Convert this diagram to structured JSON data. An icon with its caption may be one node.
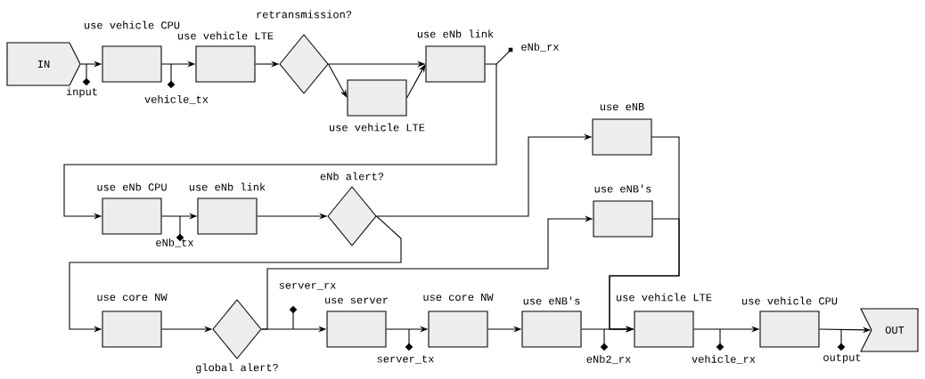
{
  "diagram": {
    "nodes": [
      {
        "text": [
          "IN"
        ]
      },
      {
        "text": [
          "use vehicle CPU"
        ]
      },
      {
        "text": [
          "use vehicle LTE"
        ]
      },
      {
        "text": [
          "retransmission?"
        ]
      },
      {
        "text": [
          "use eNb link"
        ]
      },
      {
        "text": [
          "use vehicle LTE"
        ]
      },
      {
        "text": [
          "use eNb CPU"
        ]
      },
      {
        "text": [
          "use eNb link"
        ]
      },
      {
        "text": [
          "eNb alert?"
        ]
      },
      {
        "text": [
          "use eNB"
        ]
      },
      {
        "text": [
          "use eNB's"
        ]
      },
      {
        "text": [
          "use core NW"
        ]
      },
      {
        "text": [
          "global alert?"
        ]
      },
      {
        "text": [
          "use server"
        ]
      },
      {
        "text": [
          "use core NW"
        ]
      },
      {
        "text": [
          "use eNB's"
        ]
      },
      {
        "text": [
          "use vehicle LTE"
        ]
      },
      {
        "text": [
          "use vehicle CPU"
        ]
      },
      {
        "text": [
          "OUT"
        ]
      }
    ],
    "edges": [
      {
        "from": 0,
        "to": 1,
        "arrow": "to"
      },
      {
        "from": 1,
        "to": 2,
        "arrow": "to"
      },
      {
        "from": 2,
        "to": 3,
        "arrow": "to"
      },
      {
        "from": 3,
        "to": 4,
        "arrow": "to"
      },
      {
        "from": 3,
        "to": 5,
        "arrow": "to"
      },
      {
        "from": 5,
        "to": 4,
        "arrow": "to"
      },
      {
        "from": 4,
        "to": 6,
        "arrow": "to"
      },
      {
        "from": 6,
        "to": 7,
        "arrow": "to"
      },
      {
        "from": 7,
        "to": 8,
        "arrow": "to"
      },
      {
        "from": 8,
        "to": 9,
        "arrow": "to"
      },
      {
        "from": 8,
        "to": 11,
        "arrow": "to"
      },
      {
        "from": 11,
        "to": 12,
        "arrow": "to"
      },
      {
        "from": 12,
        "to": 13,
        "arrow": "to"
      },
      {
        "from": 12,
        "to": 10,
        "arrow": "to"
      },
      {
        "from": 13,
        "to": 14,
        "arrow": "to"
      },
      {
        "from": 14,
        "to": 15,
        "arrow": "to"
      },
      {
        "from": 15,
        "to": 16,
        "arrow": "to"
      },
      {
        "from": 9,
        "to": 16,
        "arrow": "to"
      },
      {
        "from": 10,
        "to": 16,
        "arrow": "to"
      },
      {
        "from": 16,
        "to": 17,
        "arrow": "to"
      },
      {
        "from": 17,
        "to": 18,
        "arrow": "to"
      }
    ],
    "labels": [
      "input",
      "vehicle_tx",
      "eNb_rx",
      "eNb_tx",
      "server_rx",
      "server_tx",
      "eNb2_rx",
      "vehicle_rx",
      "output"
    ]
  }
}
